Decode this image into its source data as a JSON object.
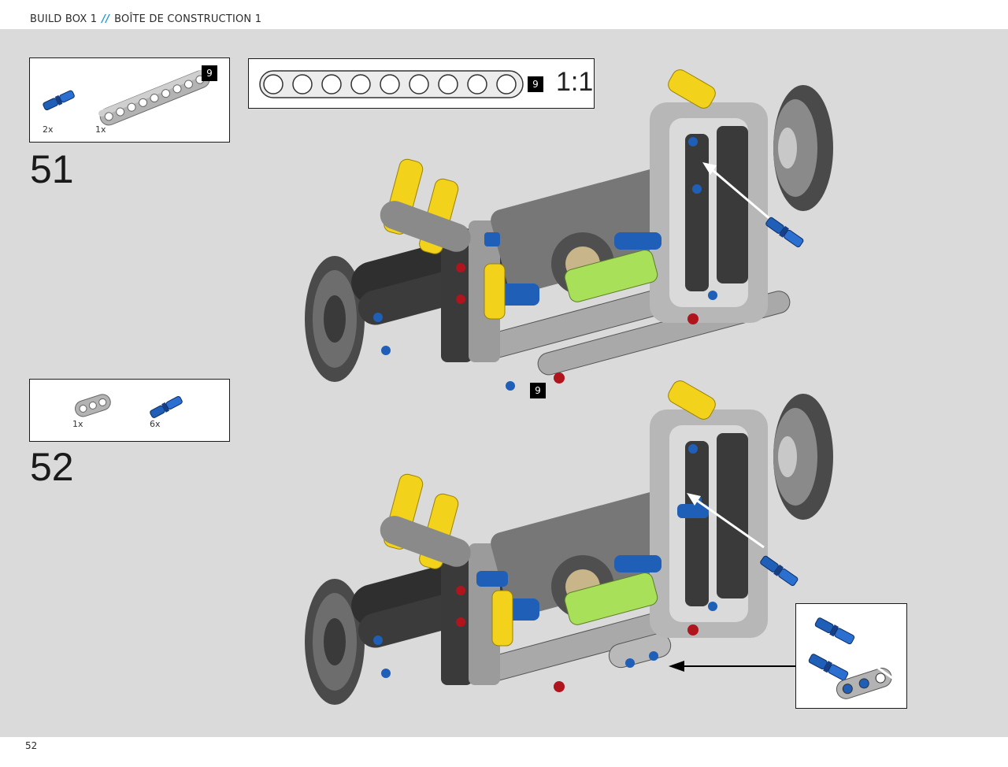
{
  "header": {
    "title_en": "BUILD BOX 1",
    "separator": "//",
    "title_fr": "BOÎTE DE CONSTRUCTION 1"
  },
  "footer": {
    "page_number": "52"
  },
  "scale_bar": {
    "badge": "9",
    "ratio": "1:1"
  },
  "steps": [
    {
      "number": "51",
      "parts": [
        {
          "qty": "2x",
          "icon": "blue-pin-icon",
          "color": "#1f5fb8"
        },
        {
          "qty": "1x",
          "icon": "grey-beam-9-icon",
          "badge": "9",
          "color": "#a9a9a9"
        }
      ],
      "callout_badge": "9"
    },
    {
      "number": "52",
      "parts": [
        {
          "qty": "1x",
          "icon": "grey-beam-3-icon",
          "color": "#a9a9a9"
        },
        {
          "qty": "6x",
          "icon": "blue-pin-icon",
          "color": "#1f5fb8"
        }
      ]
    }
  ],
  "colors": {
    "page_background": "#dadada",
    "accent_separator": "#1f9ad6",
    "yellow": "#f2d21b",
    "lime": "#a8e05a",
    "dark_grey": "#3a3a3a",
    "light_grey": "#9a9a9a",
    "blue": "#1f5fb8",
    "red": "#b0141c"
  }
}
